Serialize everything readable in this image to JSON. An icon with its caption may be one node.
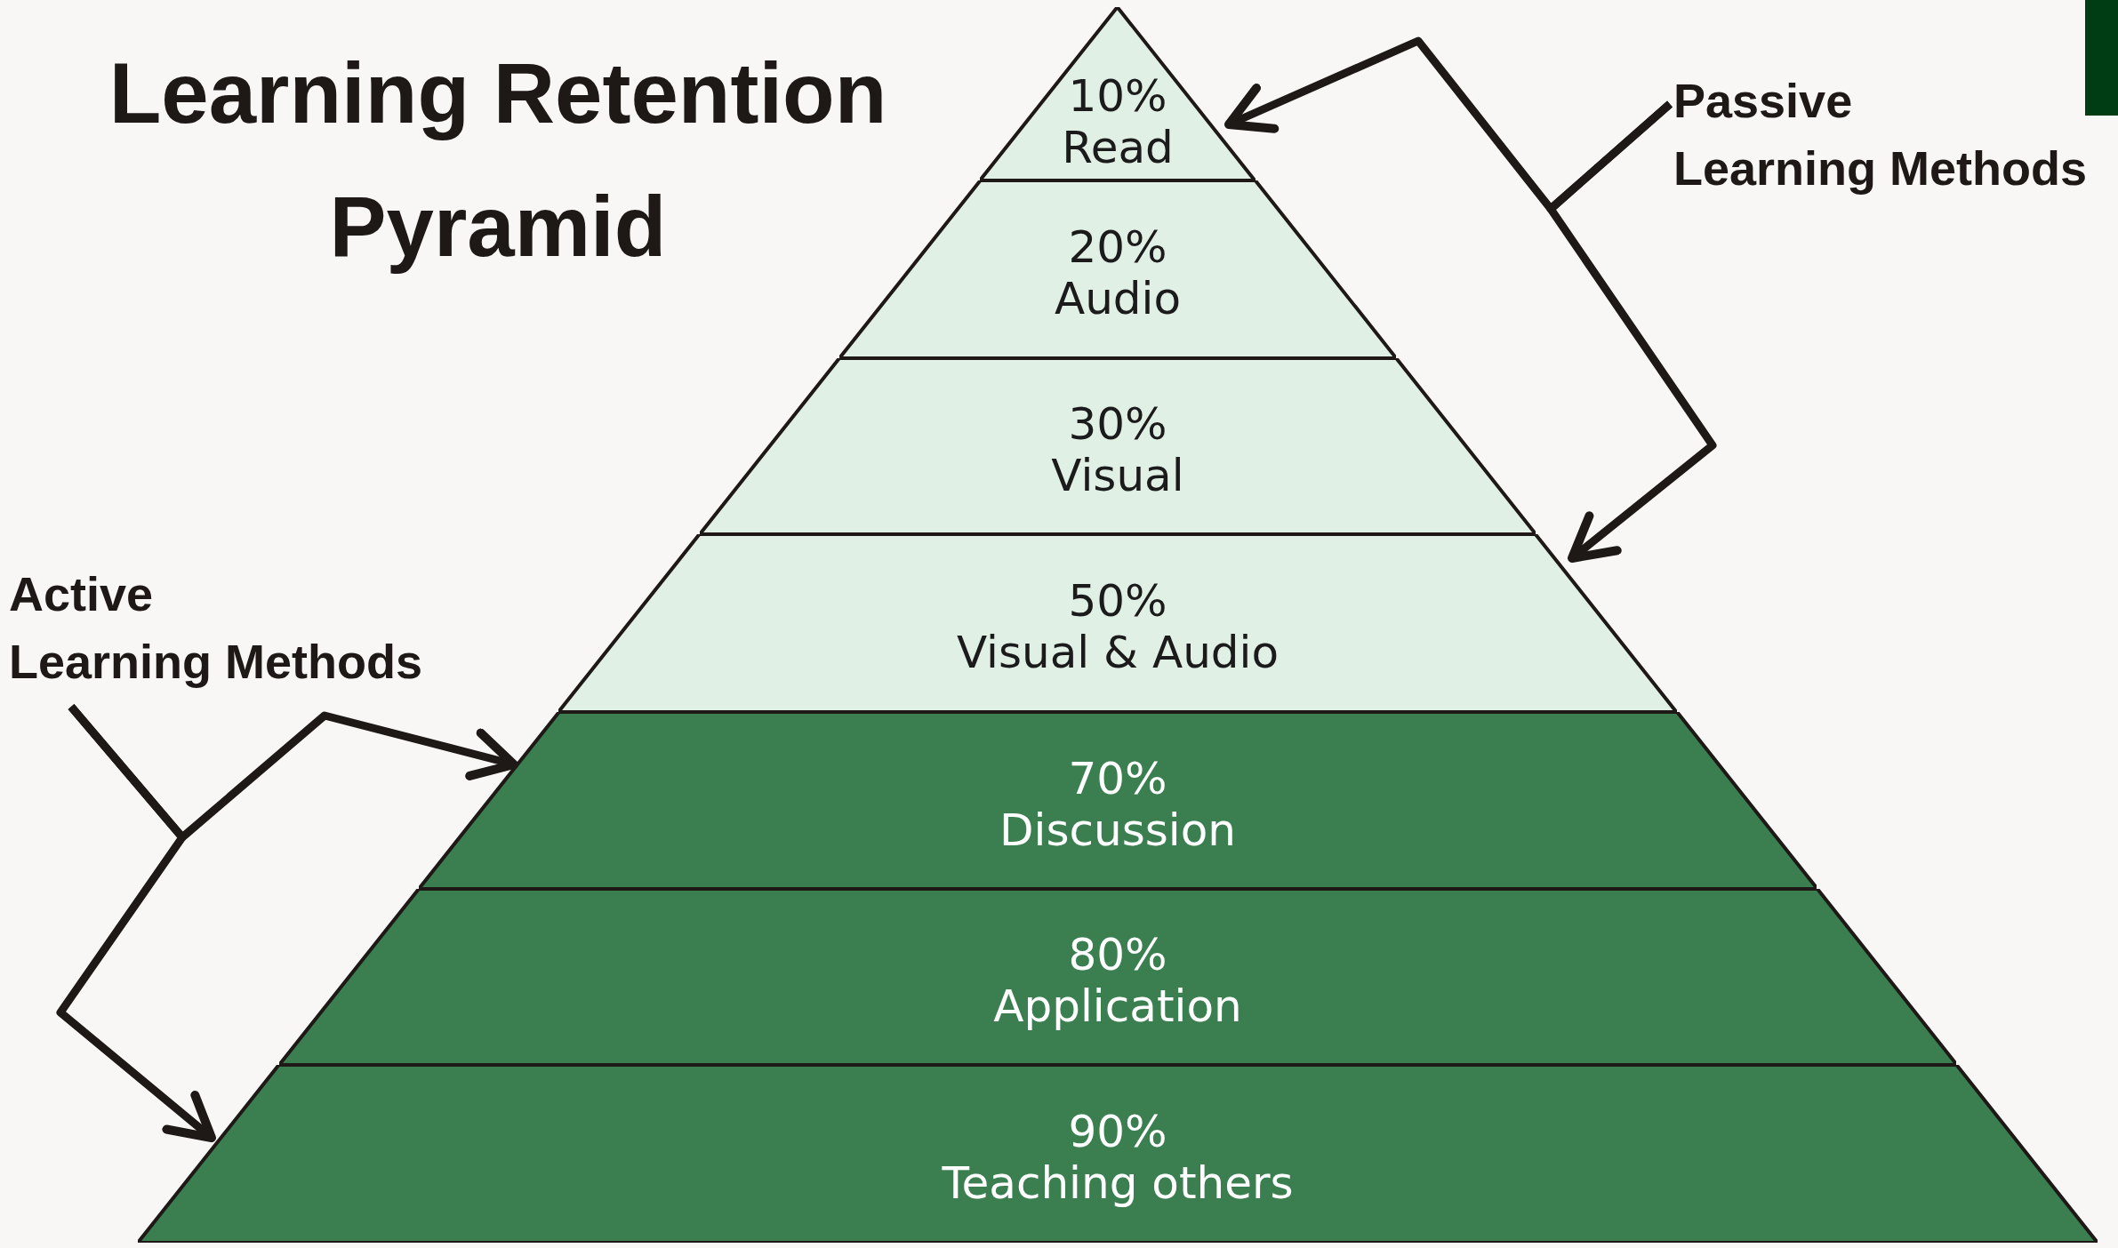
{
  "diagram": {
    "title": "Learning Retention Pyramid",
    "nodes": [
      {
        "text": [
          "10%",
          "Read"
        ]
      },
      {
        "text": [
          "20%",
          "Audio"
        ]
      },
      {
        "text": [
          "30%",
          "Visual"
        ]
      },
      {
        "text": [
          "50%",
          "Visual & Audio"
        ]
      },
      {
        "text": [
          "70%",
          "Discussion"
        ]
      },
      {
        "text": [
          "80%",
          "Application"
        ]
      },
      {
        "text": [
          "90%",
          "Teaching others"
        ]
      },
      {
        "text": [
          "Passive Learning Methods"
        ]
      },
      {
        "text": [
          "Active Learning Methods"
        ]
      }
    ],
    "edges": [
      {
        "from": 7,
        "to": 0,
        "arrow": "to"
      },
      {
        "from": 7,
        "to": 3,
        "arrow": "to"
      },
      {
        "from": 8,
        "to": 4,
        "arrow": "to"
      },
      {
        "from": 8,
        "to": 6,
        "arrow": "to"
      }
    ]
  }
}
